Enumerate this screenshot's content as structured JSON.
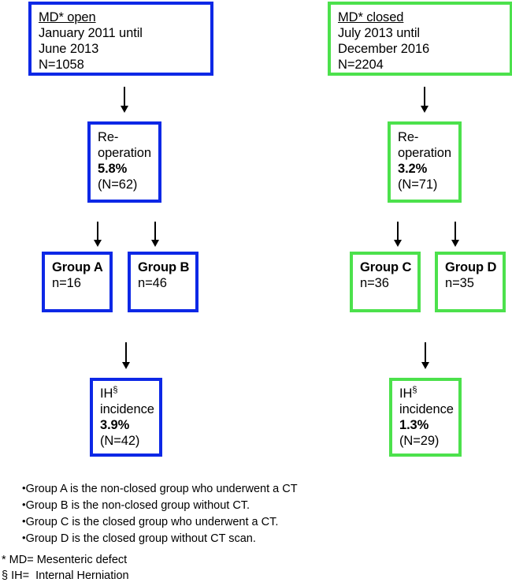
{
  "figure": {
    "type": "flowchart",
    "colors": {
      "open_arm": "#0D28E6",
      "closed_arm": "#4CE14C",
      "text": "#000000",
      "background": "#ffffff"
    }
  },
  "nodes": {
    "md_open": {
      "title": "MD* open",
      "line2": "January 2011 until",
      "line3": "June 2013",
      "line4": "N=1058"
    },
    "md_closed": {
      "title": "MD* closed",
      "line2": "July 2013 until",
      "line3": "December 2016",
      "line4": "N=2204"
    },
    "reop_open": {
      "line1": "Re-",
      "line2": "operation",
      "percent": "5.8%",
      "count": "(N=62)"
    },
    "reop_closed": {
      "line1": "Re-",
      "line2": "operation",
      "percent": "3.2%",
      "count": "(N=71)"
    },
    "group_a": {
      "label": "Group A",
      "count": "n=16"
    },
    "group_b": {
      "label": "Group B",
      "count": "n=46"
    },
    "group_c": {
      "label": "Group C",
      "count": "n=36"
    },
    "group_d": {
      "label": "Group D",
      "count": "n=35"
    },
    "ih_open": {
      "line1": "IH",
      "sup": "§",
      "line2": "incidence",
      "percent": "3.9%",
      "count": "(N=42)"
    },
    "ih_closed": {
      "line1": "IH",
      "sup": "§",
      "line2": "incidence",
      "percent": "1.3%",
      "count": "(N=29)"
    }
  },
  "group_notes": [
    "Group A is the non-closed group who underwent a CT",
    "Group B is the non-closed group without CT.",
    "Group C is the closed group who underwent a CT.",
    "Group D is the closed group without CT scan."
  ],
  "bullet_glyph": "•",
  "abbreviations": [
    "* MD= Mesenteric defect",
    "§ IH=  Internal Herniation"
  ]
}
